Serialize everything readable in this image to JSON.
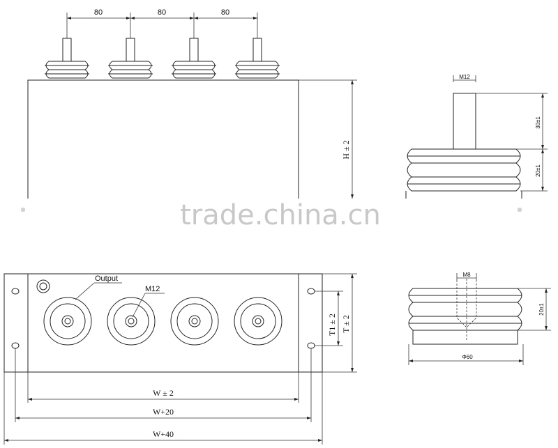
{
  "top_view": {
    "dim_spacing_1": "80",
    "dim_spacing_2": "80",
    "dim_spacing_3": "80",
    "height_label": "H ± 2"
  },
  "terminal_detail": {
    "thread_label": "M12",
    "stud_height": "30±1",
    "body_height": "20±1"
  },
  "watermark": "trade.china.cn",
  "plan_view": {
    "output_label": "Output",
    "thread_label": "M12",
    "t1_label": "T1 ± 2",
    "t_label": "T ± 2",
    "w_label": "W ± 2",
    "w20_label": "W+20",
    "w40_label": "W+40"
  },
  "insulator_detail": {
    "thread_label": "M8",
    "height_label": "20±1",
    "diameter_label": "Φ60"
  }
}
